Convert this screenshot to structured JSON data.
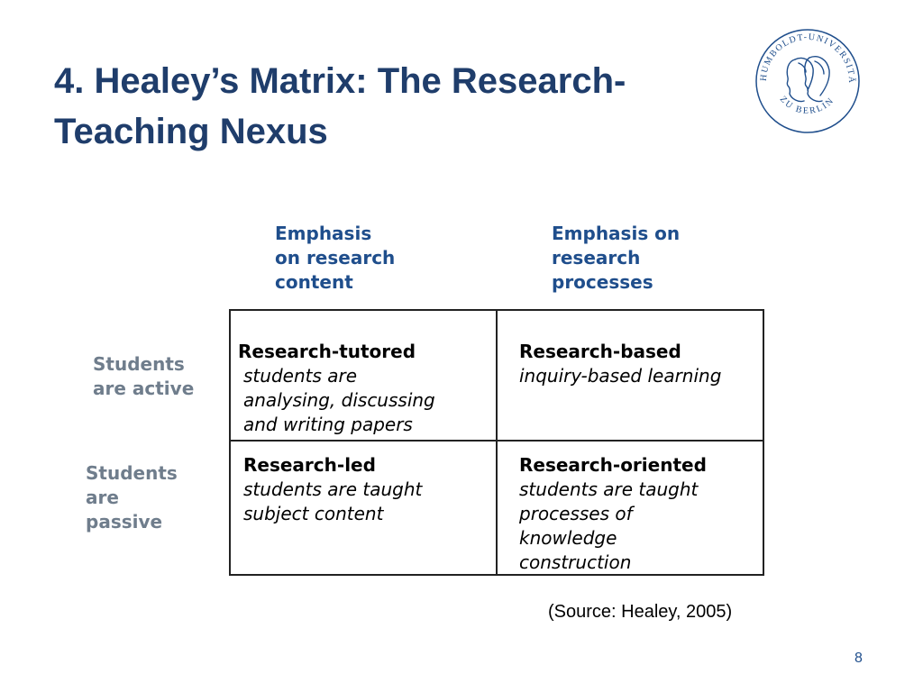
{
  "slide": {
    "title_line1": "4. Healey’s Matrix: The Research-",
    "title_line2": "Teaching Nexus",
    "accent_color": "#1f3d6b",
    "seal": {
      "icon": "university-seal-icon",
      "text_top": "HUMBOLDT-UNIVERSITÄT",
      "text_bottom": "ZU BERLIN"
    },
    "columns": [
      {
        "lines": [
          "Emphasis",
          "on research",
          "content"
        ]
      },
      {
        "lines": [
          "Emphasis on",
          "research",
          "processes"
        ]
      }
    ],
    "rows": [
      {
        "lines": [
          "Students",
          "are active"
        ]
      },
      {
        "lines": [
          "Students",
          "are",
          "passive"
        ]
      }
    ],
    "matrix": {
      "top_left": {
        "title": "Research-tutored",
        "desc": [
          "students are",
          "analysing, discussing",
          "and writing papers"
        ]
      },
      "top_right": {
        "title": "Research-based",
        "desc": [
          "inquiry-based learning"
        ]
      },
      "bottom_left": {
        "title": "Research-led",
        "desc": [
          "students are taught",
          "subject content"
        ]
      },
      "bottom_right": {
        "title": "Research-oriented",
        "desc": [
          "students are taught",
          "processes of",
          "knowledge",
          "construction"
        ]
      }
    },
    "source": "(Source: Healey, 2005)",
    "page_number": "8"
  }
}
